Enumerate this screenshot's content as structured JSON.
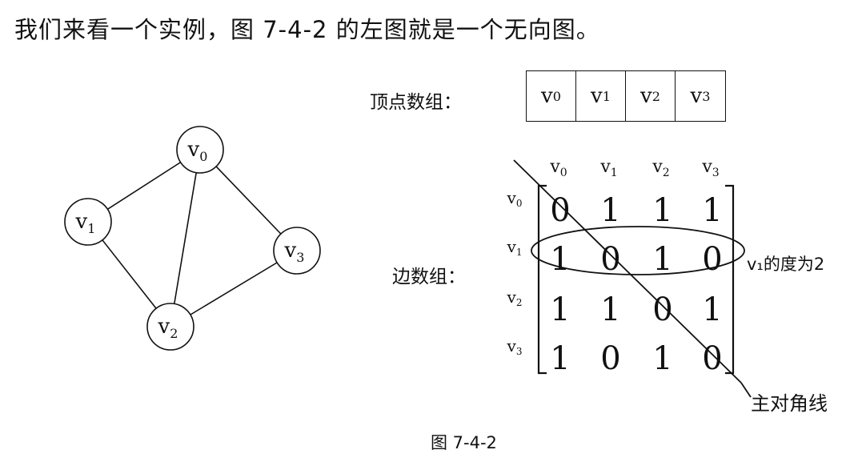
{
  "intro_text": "我们来看一个实例，图 7-4-2 的左图就是一个无向图。",
  "vertex_array_label": "顶点数组：",
  "edge_array_label": "边数组：",
  "degree_annotation": "v₁的度为2",
  "diagonal_annotation": "主对角线",
  "figure_caption": "图 7-4-2",
  "graph": {
    "nodes": [
      {
        "id": "v0",
        "name": "v",
        "sub": "0"
      },
      {
        "id": "v1",
        "name": "v",
        "sub": "1"
      },
      {
        "id": "v2",
        "name": "v",
        "sub": "2"
      },
      {
        "id": "v3",
        "name": "v",
        "sub": "3"
      }
    ],
    "edges": [
      [
        "v0",
        "v1"
      ],
      [
        "v0",
        "v2"
      ],
      [
        "v0",
        "v3"
      ],
      [
        "v1",
        "v2"
      ],
      [
        "v2",
        "v3"
      ]
    ]
  },
  "vertex_array": [
    {
      "name": "v",
      "sub": "0"
    },
    {
      "name": "v",
      "sub": "1"
    },
    {
      "name": "v",
      "sub": "2"
    },
    {
      "name": "v",
      "sub": "3"
    }
  ],
  "matrix": {
    "col_headers": [
      {
        "name": "v",
        "sub": "0"
      },
      {
        "name": "v",
        "sub": "1"
      },
      {
        "name": "v",
        "sub": "2"
      },
      {
        "name": "v",
        "sub": "3"
      }
    ],
    "row_headers": [
      {
        "name": "v",
        "sub": "0"
      },
      {
        "name": "v",
        "sub": "1"
      },
      {
        "name": "v",
        "sub": "2"
      },
      {
        "name": "v",
        "sub": "3"
      }
    ],
    "values": [
      [
        "0",
        "1",
        "1",
        "1"
      ],
      [
        "1",
        "0",
        "1",
        "0"
      ],
      [
        "1",
        "1",
        "0",
        "1"
      ],
      [
        "1",
        "0",
        "1",
        "0"
      ]
    ]
  }
}
